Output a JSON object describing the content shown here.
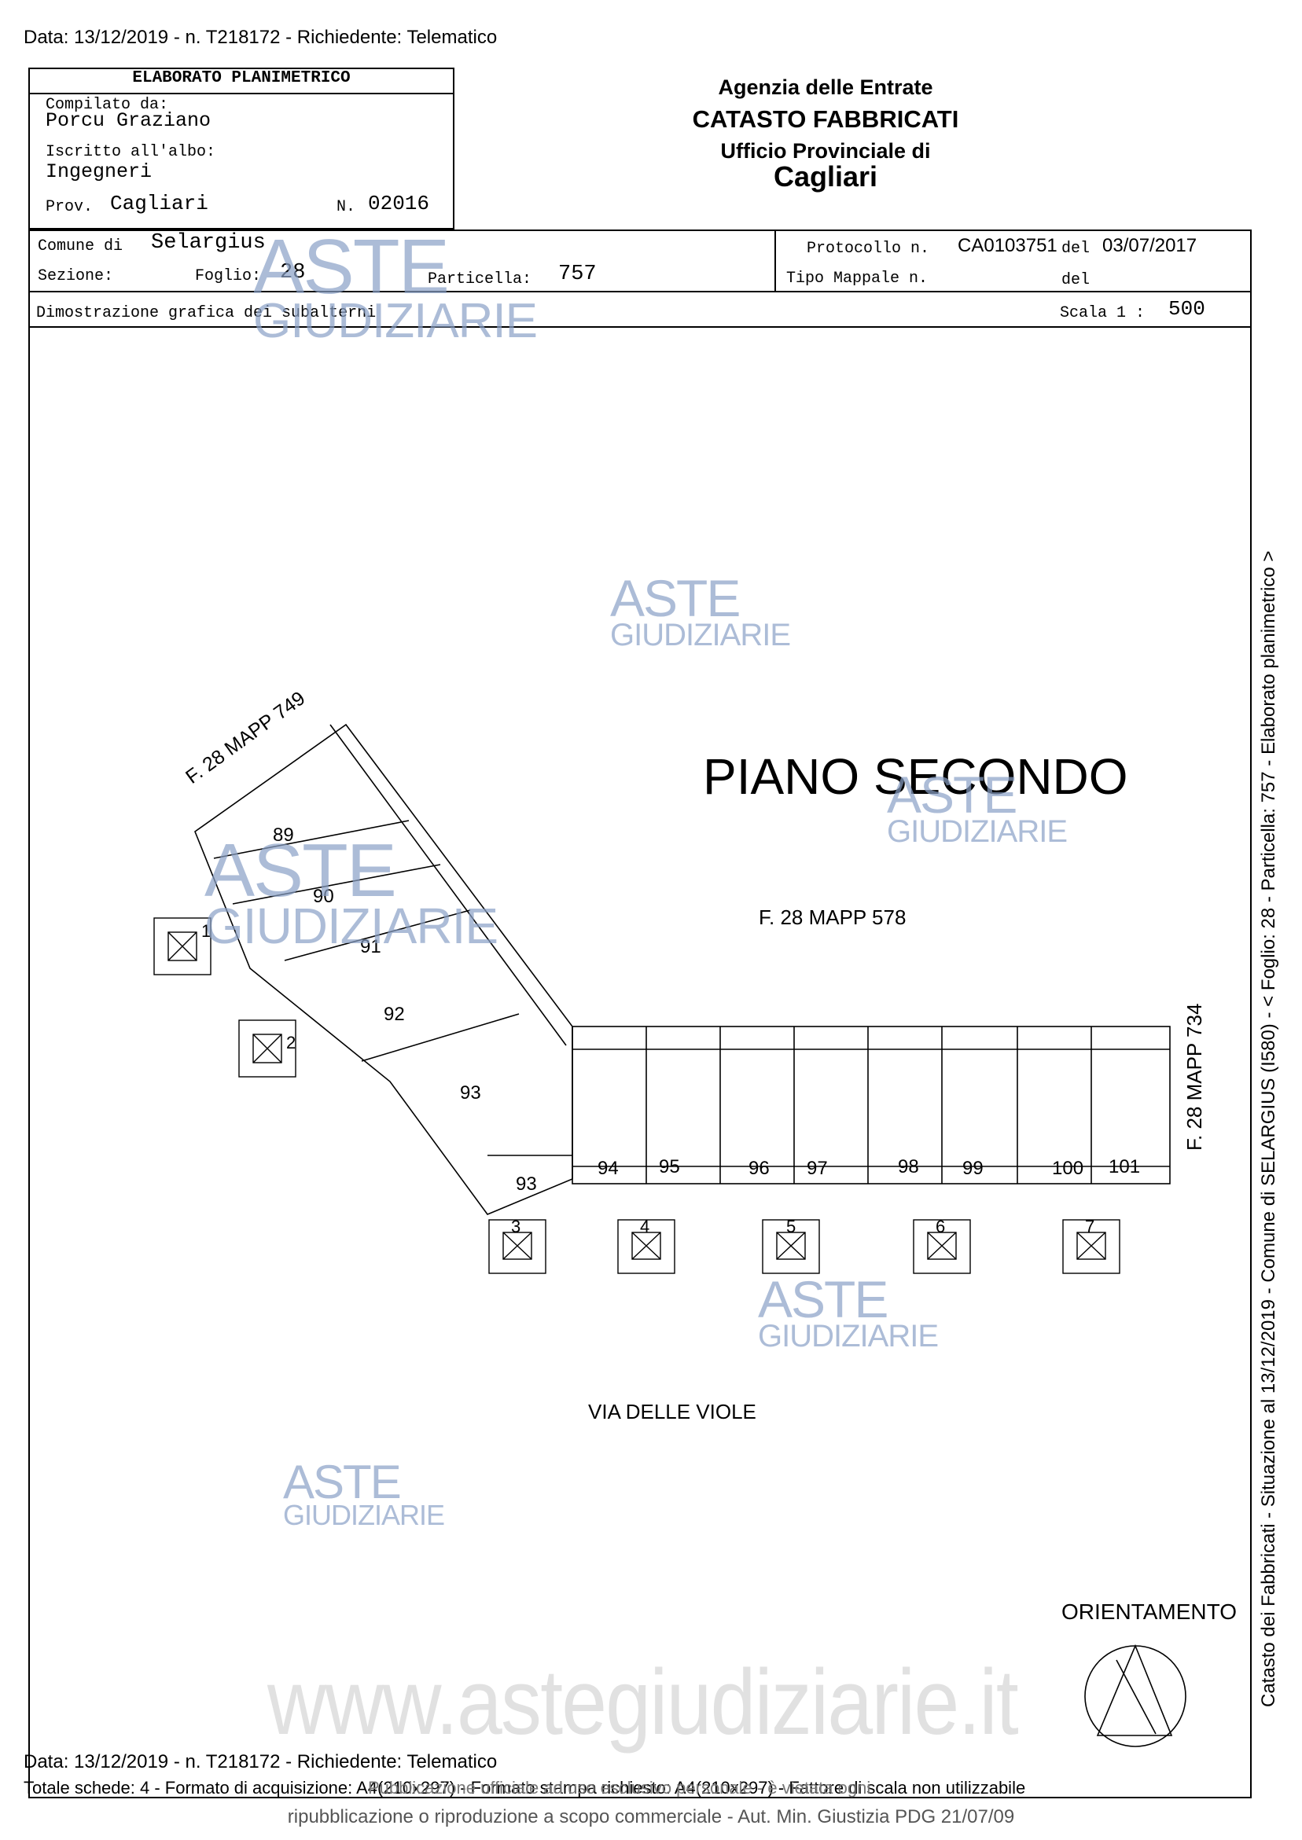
{
  "header_line": "Data: 13/12/2019 - n. T218172 - Richiedente: Telematico",
  "left_block": {
    "title": "ELABORATO PLANIMETRICO",
    "compiled_label": "Compilato da:",
    "compiled_value": "Porcu Graziano",
    "albo_label": "Iscritto all'albo:",
    "albo_value": "Ingegneri",
    "prov_label": "Prov.",
    "prov_value": "Cagliari",
    "num_label": "N.",
    "num_value": "02016"
  },
  "agency": {
    "line1": "Agenzia delle Entrate",
    "line2": "CATASTO FABBRICATI",
    "line3": "Ufficio Provinciale di",
    "line4": "Cagliari"
  },
  "info": {
    "comune_label": "Comune di",
    "comune_value": "Selargius",
    "sezione_label": "Sezione:",
    "foglio_label": "Foglio:",
    "foglio_value": "28",
    "particella_label": "Particella:",
    "particella_value": "757",
    "protocollo_label": "Protocollo n.",
    "protocollo_value": "CA0103751",
    "del_label": "del",
    "del_value": "03/07/2017",
    "tipo_label": "Tipo Mappale n.",
    "del2_label": "del",
    "dimostrazione": "Dimostrazione grafica dei subalterni",
    "scala_label": "Scala 1 :",
    "scala_value": "500"
  },
  "plan": {
    "title": "PIANO SECONDO",
    "neighbor_top": "F. 28 MAPP 749",
    "neighbor_center": "F. 28 MAPP 578",
    "neighbor_right": "F. 28 MAPP 734",
    "street": "VIA DELLE VIOLE",
    "orientation": "ORIENTAMENTO",
    "units_left": [
      "89",
      "90",
      "91",
      "92",
      "93",
      "93"
    ],
    "units_right": [
      "94",
      "95",
      "96",
      "97",
      "98",
      "99",
      "100",
      "101"
    ],
    "stairs": [
      "1",
      "2",
      "3",
      "4",
      "5",
      "6",
      "7"
    ]
  },
  "side_text": "Catasto dei Fabbricati - Situazione al 13/12/2019 - Comune di SELARGIUS (I580) - < Foglio: 28 - Particella: 757 - Elaborato planimetrico >",
  "watermark": {
    "top": "ASTE",
    "bottom": "GIUDIZIARIE",
    "url": "www.astegiudiziarie.it"
  },
  "footer": {
    "line1": "Data: 13/12/2019 - n. T218172 - Richiedente: Telematico",
    "line2_a": "Totale schede: 4 - Formato di acquisizione: A4(210x297) - Formato stampa richiesto: A4(210x297) - Fattore di scala non utilizzabile",
    "line2_b": "Pubblicazione ufficiale ad uso esclusivo personale - è vietata ogni",
    "line3": "ripubblicazione o riproduzione a scopo commerciale - Aut. Min. Giustizia PDG 21/07/09"
  }
}
